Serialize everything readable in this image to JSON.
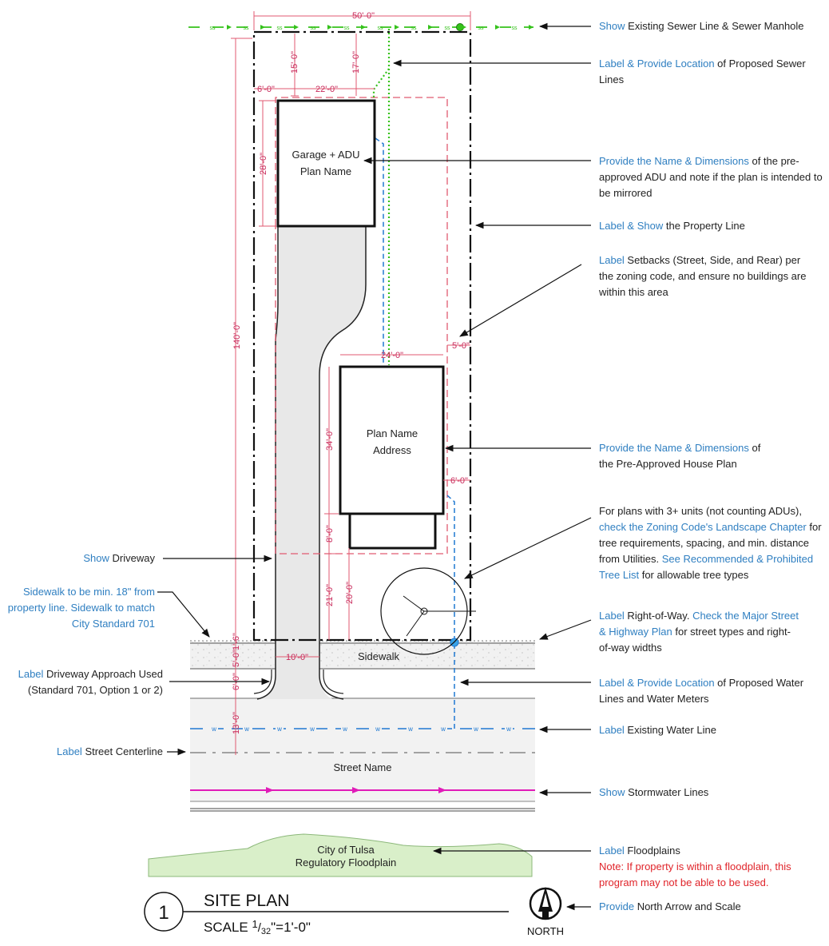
{
  "colors": {
    "accent": "#2f7fc1",
    "dimension": "#d6285a",
    "sewer": "#35c21b",
    "water": "#1f78d1",
    "storm": "#e01bb8",
    "setback": "#e05a70",
    "floodplain": "#d9efc9",
    "note_red": "#e0242a"
  },
  "plan": {
    "buildings": {
      "adu_line1": "Garage + ADU",
      "adu_line2": "Plan Name",
      "house_line1": "Plan Name",
      "house_line2": "Address"
    },
    "labels": {
      "sidewalk": "Sidewalk",
      "street": "Street Name",
      "floodplain_line1": "City of Tulsa",
      "floodplain_line2": "Regulatory Floodplain",
      "sewer_mark": "ss",
      "water_mark": "w"
    },
    "dimensions": {
      "lot_width": "50'-0\"",
      "lot_depth": "140'-0\"",
      "adu_setback_rear": "15'-0\"",
      "sewer_offset": "17'-0\"",
      "adu_side": "6'-0\"",
      "adu_width": "22'-0\"",
      "adu_depth": "28'-0\"",
      "house_width": "24'-0\"",
      "house_depth": "34'-0\"",
      "porch_depth": "8'-0\"",
      "front_setback_house": "21'-0\"",
      "porch_setback": "20'-0\"",
      "side_setback_right": "5'-0\"",
      "side_setback_house": "6'-0\"",
      "row_offset": "1'-6\"",
      "sidewalk_width": "5'-0\"",
      "approach_depth": "6'-0\"",
      "street_half": "13'-0\"",
      "driveway_width": "10'-0\""
    }
  },
  "annotations_right": [
    {
      "hl": "Show",
      "text": " Existing Sewer Line & Sewer Manhole"
    },
    {
      "hl": "Label & Provide Location",
      "text": " of Proposed Sewer Lines"
    },
    {
      "hl": "Provide the Name & Dimensions",
      "text": " of the pre-approved ADU and note if the plan is intended to be mirrored"
    },
    {
      "hl": "Label & Show",
      "text": " the Property Line"
    },
    {
      "hl": "Label",
      "text": " Setbacks (Street, Side, and Rear) per the zoning code, and ensure no buildings are within this area"
    },
    {
      "hl": "Provide the Name & Dimensions",
      "text": " of the Pre-Approved House Plan"
    },
    {
      "pre": "For plans with 3+ units (not counting ADUs), ",
      "hl": "check the Zoning Code's Landscape Chapter",
      "text": " for tree requirements, spacing, and min. distance from Utilities. ",
      "hl2": "See Recommended & Prohibited Tree List",
      "text2": " for allowable tree types"
    },
    {
      "hl": "Label",
      "text": " Right-of-Way. ",
      "hl2": "Check the Major Street & Highway Plan",
      "text2": " for street types and right-of-way widths"
    },
    {
      "hl": "Label & Provide Location",
      "text": " of Proposed Water Lines and Water Meters"
    },
    {
      "hl": "Label",
      "text": " Existing Water Line"
    },
    {
      "hl": "Show",
      "text": " Stormwater Lines"
    },
    {
      "hl": "Label",
      "text": " Floodplains",
      "note": "Note: If property is within a floodplain, this program may not be able to be used."
    },
    {
      "hl": "Provide",
      "text": " North Arrow and Scale"
    }
  ],
  "annotations_left": [
    {
      "hl": "Show",
      "text": " Driveway"
    },
    {
      "hl": "Sidewalk to be min. 18\" from property line. Sidewalk to match City Standard 701",
      "text": ""
    },
    {
      "hl": "Label",
      "text": " Driveway Approach Used",
      "line2": "(Standard 701, Option 1 or 2)"
    },
    {
      "hl": "Label",
      "text": " Street Centerline"
    }
  ],
  "title_block": {
    "number": "1",
    "title": "SITE PLAN",
    "scale_prefix": "SCALE ",
    "scale_num": "1",
    "scale_den": "32",
    "scale_suffix": "\"=1'-0\"",
    "north": "NORTH"
  }
}
